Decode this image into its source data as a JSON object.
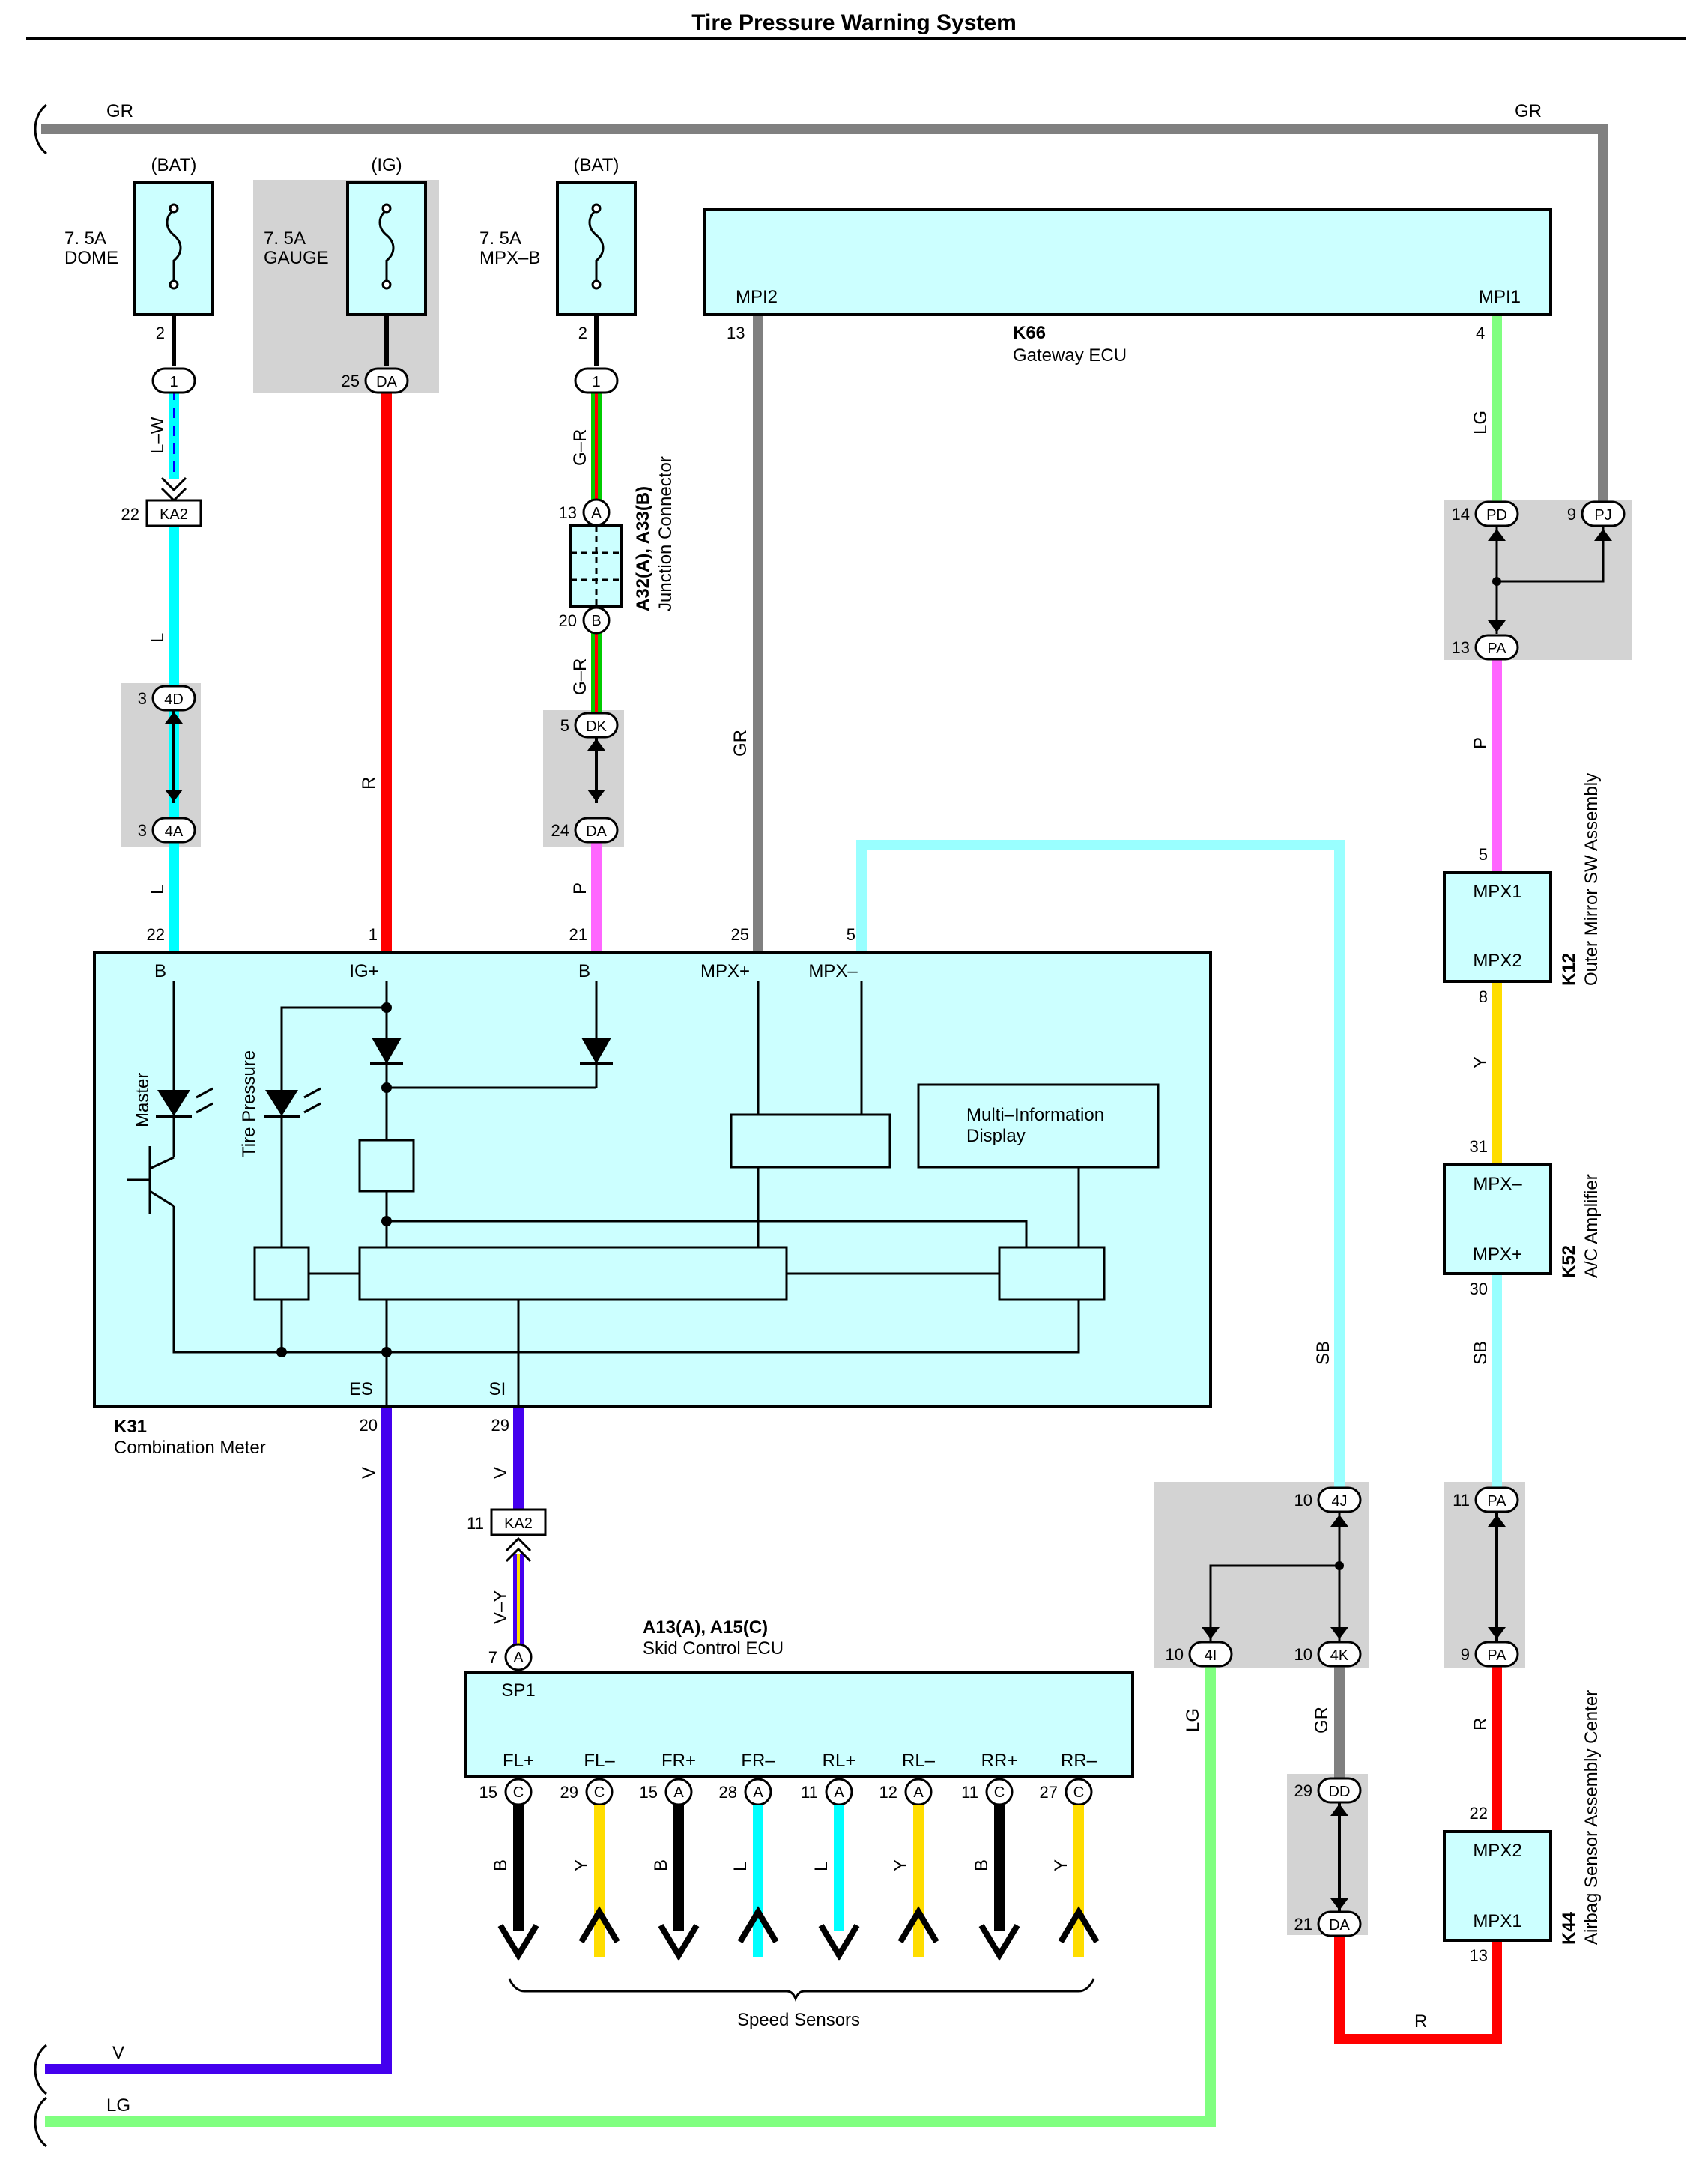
{
  "title": "Tire Pressure Warning System",
  "wire_colors": {
    "GR": "#808080",
    "R": "#ff0000",
    "L": "#00ffff",
    "LG": "#80ff80",
    "P": "#ff66ff",
    "V": "#4400ee",
    "SB": "#99ffff",
    "Y": "#ffdd00",
    "B": "#000000",
    "G": "#00cc00"
  },
  "fuses": [
    {
      "source": "(BAT)",
      "rating": "7. 5A",
      "name": "DOME",
      "pin": "2",
      "conn": "1"
    },
    {
      "source": "(IG)",
      "rating": "7. 5A",
      "name": "GAUGE",
      "pin": "25",
      "conn": "DA"
    },
    {
      "source": "(BAT)",
      "rating": "7. 5A",
      "name": "MPX–B",
      "pin": "2",
      "conn": "1"
    }
  ],
  "gateway": {
    "code": "K66",
    "name": "Gateway ECU",
    "pin_left_name": "MPI2",
    "pin_right_name": "MPI1",
    "pin_left": "13",
    "pin_right": "4"
  },
  "junction": {
    "code": "A32(A), A33(B)",
    "name": "Junction Connector",
    "pin_a": "13",
    "conn_a": "A",
    "pin_b": "20",
    "conn_b": "B"
  },
  "meter": {
    "code": "K31",
    "name": "Combination Meter",
    "top_pins": [
      {
        "num": "22",
        "name": "B"
      },
      {
        "num": "1",
        "name": "IG+"
      },
      {
        "num": "21",
        "name": "B"
      },
      {
        "num": "25",
        "name": "MPX+"
      },
      {
        "num": "5",
        "name": "MPX–"
      }
    ],
    "bottom_pins": [
      {
        "num": "20",
        "name": "ES"
      },
      {
        "num": "29",
        "name": "SI"
      }
    ],
    "indicator_master": "Master",
    "indicator_tire": "Tire Pressure",
    "mid_label": "Multi–Information",
    "mid_label2": "Display"
  },
  "connectors": {
    "ka2_top": {
      "pin": "22",
      "name": "KA2"
    },
    "ka2_bot": {
      "pin": "11",
      "name": "KA2"
    },
    "c4d": {
      "pin": "3",
      "name": "4D"
    },
    "c4a": {
      "pin": "3",
      "name": "4A"
    },
    "cdk": {
      "pin": "5",
      "name": "DK"
    },
    "cda": {
      "pin": "24",
      "name": "DA"
    },
    "cpd": {
      "pin": "14",
      "name": "PD"
    },
    "cpj": {
      "pin": "9",
      "name": "PJ"
    },
    "cpa1": {
      "pin": "13",
      "name": "PA"
    },
    "c4j": {
      "pin": "10",
      "name": "4J"
    },
    "c4i": {
      "pin": "10",
      "name": "4I"
    },
    "c4k": {
      "pin": "10",
      "name": "4K"
    },
    "cdd": {
      "pin": "29",
      "name": "DD"
    },
    "cda2": {
      "pin": "21",
      "name": "DA"
    },
    "cpa2": {
      "pin": "11",
      "name": "PA"
    },
    "cpa3": {
      "pin": "9",
      "name": "PA"
    }
  },
  "outer_mirror": {
    "code": "K12",
    "name": "Outer Mirror SW Assembly",
    "top": "MPX1",
    "bottom": "MPX2",
    "pin_top": "5",
    "pin_bottom": "8"
  },
  "ac_amp": {
    "code": "K52",
    "name": "A/C Amplifier",
    "top": "MPX–",
    "bottom": "MPX+",
    "pin_top": "31",
    "pin_bottom": "30"
  },
  "airbag": {
    "code": "K44",
    "name": "Airbag Sensor Assembly Center",
    "top": "MPX2",
    "bottom": "MPX1",
    "pin_top": "22",
    "pin_bottom": "13"
  },
  "skid": {
    "code": "A13(A), A15(C)",
    "name": "Skid Control ECU",
    "sp1": "SP1",
    "sp1_pin": "7",
    "sp1_conn": "A",
    "pins": [
      {
        "name": "FL+",
        "num": "15",
        "conn": "C",
        "wire": "B"
      },
      {
        "name": "FL–",
        "num": "29",
        "conn": "C",
        "wire": "Y"
      },
      {
        "name": "FR+",
        "num": "15",
        "conn": "A",
        "wire": "B"
      },
      {
        "name": "FR–",
        "num": "28",
        "conn": "A",
        "wire": "L"
      },
      {
        "name": "RL+",
        "num": "11",
        "conn": "A",
        "wire": "L"
      },
      {
        "name": "RL–",
        "num": "12",
        "conn": "A",
        "wire": "Y"
      },
      {
        "name": "RR+",
        "num": "11",
        "conn": "C",
        "wire": "B"
      },
      {
        "name": "RR–",
        "num": "27",
        "conn": "C",
        "wire": "Y"
      }
    ],
    "sensors_label": "Speed Sensors"
  },
  "wire_labels": {
    "gr_top_left": "GR",
    "gr_top_right": "GR",
    "lw": "L–W",
    "l1": "L",
    "l2": "L",
    "r1": "R",
    "gr1": "G–R",
    "gr2": "G–R",
    "p1": "P",
    "gr_vert": "GR",
    "lg_top": "LG",
    "p_right": "P",
    "y_right": "Y",
    "sb_right": "SB",
    "sb_mid": "SB",
    "v1": "V",
    "v2": "V",
    "vy": "V–Y",
    "lg_mid": "LG",
    "gr_mid": "GR",
    "r_right": "R",
    "r_bottom": "R",
    "v_bottom": "V",
    "lg_bottom": "LG"
  }
}
